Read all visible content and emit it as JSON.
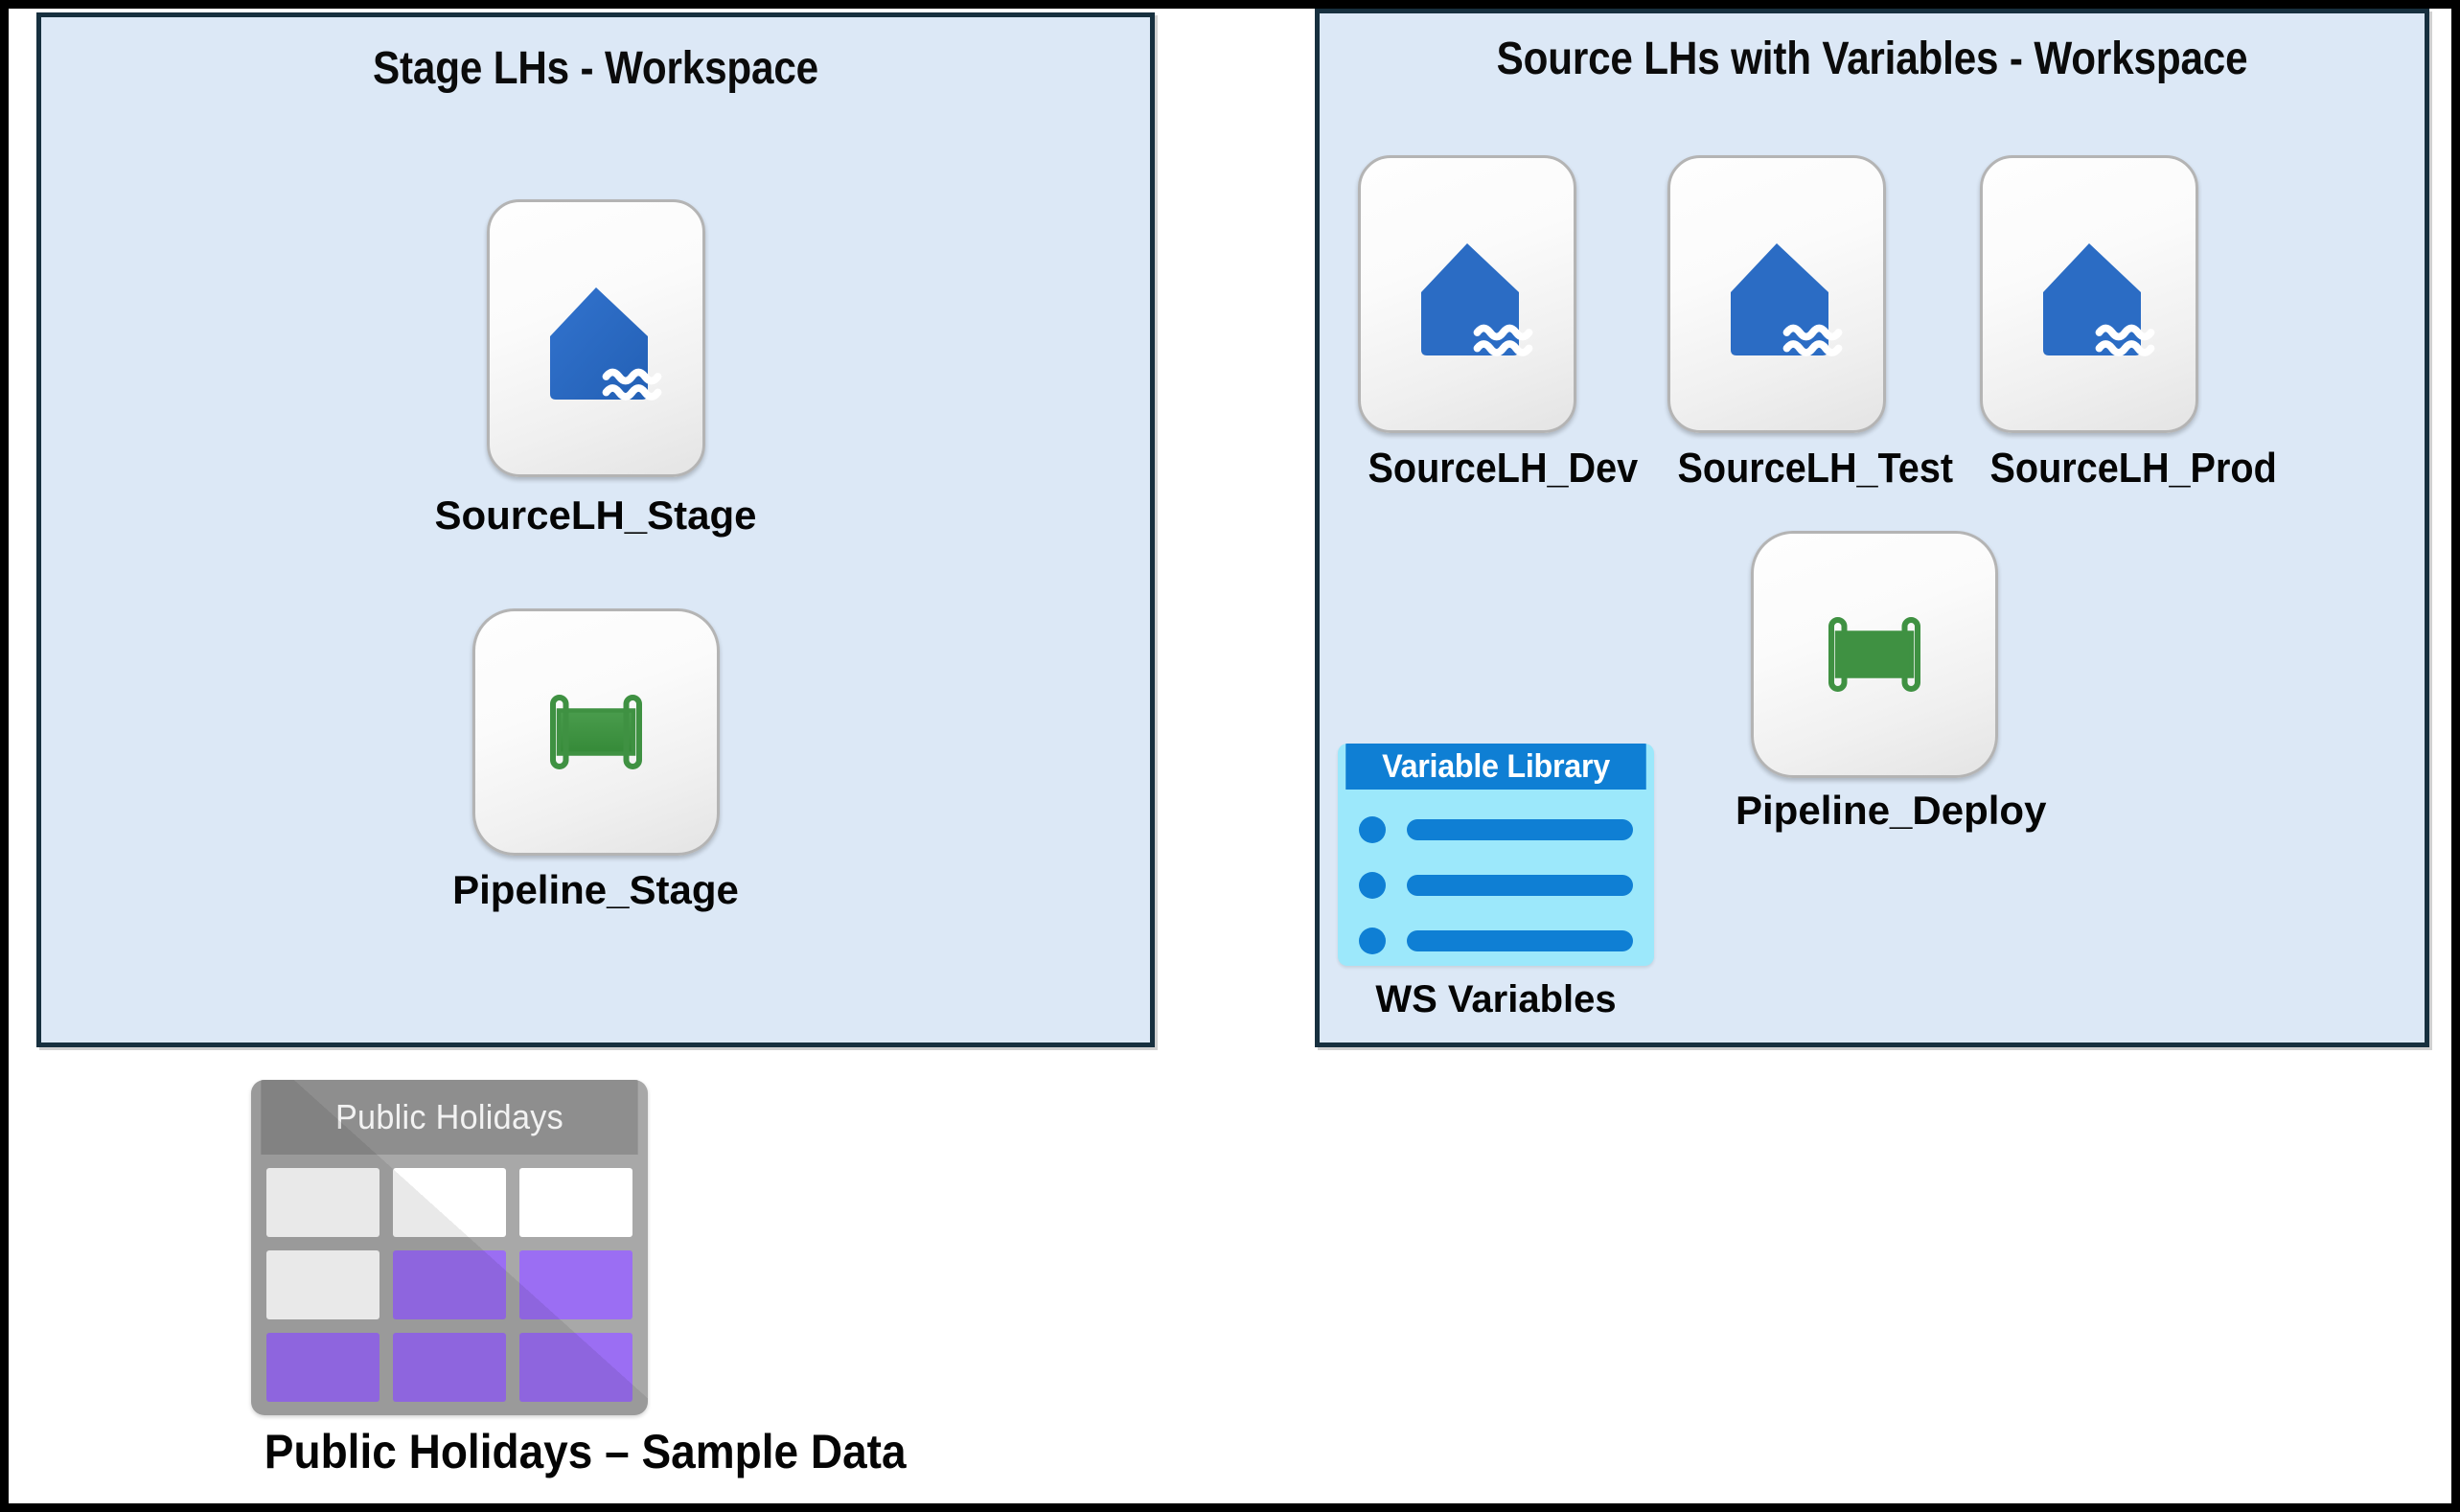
{
  "colors": {
    "panel_fill": "#dce8f6",
    "panel_border": "#17303f",
    "page_border": "#000000",
    "lakehouse_blue": "#2b6cc4",
    "pipeline_green": "#3f9142",
    "variable_header_blue": "#0f7fd4",
    "variable_body_blue": "#9ce8fb",
    "table_gray": "#a8a8a8",
    "table_purple": "#9b6ef3"
  },
  "panels": [
    {
      "id": "stage",
      "title": "Stage LHs - Workspace",
      "items": [
        {
          "label": "SourceLH_Stage",
          "icon": "lakehouse-icon"
        },
        {
          "label": "Pipeline_Stage",
          "icon": "pipeline-icon"
        }
      ]
    },
    {
      "id": "source",
      "title": "Source LHs with Variables - Workspace",
      "items": [
        {
          "label": "SourceLH_Dev",
          "icon": "lakehouse-icon"
        },
        {
          "label": "SourceLH_Test",
          "icon": "lakehouse-icon"
        },
        {
          "label": "SourceLH_Prod",
          "icon": "lakehouse-icon"
        },
        {
          "label": "Pipeline_Deploy",
          "icon": "pipeline-icon"
        },
        {
          "label": "WS Variables",
          "icon": "variable-library-icon",
          "card_title": "Variable Library",
          "rows": 3
        }
      ]
    }
  ],
  "standalone": {
    "label": "Public Holidays – Sample Data",
    "icon": "table-icon",
    "card_title": "Public Holidays",
    "grid": [
      [
        "white",
        "white",
        "white"
      ],
      [
        "white",
        "purple",
        "purple"
      ],
      [
        "purple",
        "purple",
        "purple"
      ]
    ]
  }
}
